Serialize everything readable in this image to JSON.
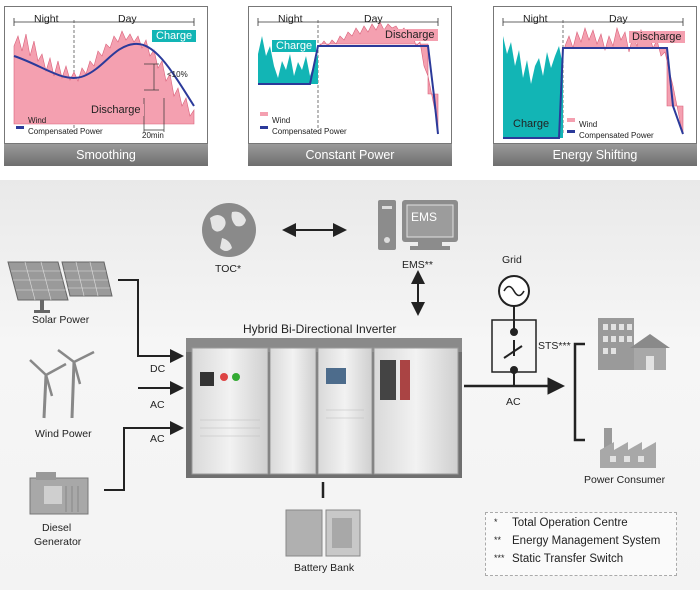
{
  "panels": [
    {
      "caption": "Smoothing",
      "night": "Night",
      "day": "Day",
      "charge": "Charge",
      "discharge": "Discharge",
      "pct": "<10%",
      "time": "20min",
      "legend_wind": "Wind",
      "legend_power": "Compensated Power"
    },
    {
      "caption": "Constant Power",
      "night": "Night",
      "day": "Day",
      "charge": "Charge",
      "discharge": "Discharge",
      "legend_wind": "Wind",
      "legend_power": "Compensated Power"
    },
    {
      "caption": "Energy Shifting",
      "night": "Night",
      "day": "Day",
      "charge": "Charge",
      "discharge": "Discharge",
      "legend_wind": "Wind",
      "legend_power": "Compensated Power"
    }
  ],
  "diagram": {
    "toc": "TOC*",
    "ems": "EMS**",
    "ems_screen": "EMS",
    "grid": "Grid",
    "sts": "STS***",
    "ac_out": "AC",
    "inverter": "Hybrid Bi-Directional Inverter",
    "solar": "Solar Power",
    "wind": "Wind Power",
    "diesel_1": "Diesel",
    "diesel_2": "Generator",
    "dc": "DC",
    "ac1": "AC",
    "ac2": "AC",
    "battery": "Battery Bank",
    "consumer": "Power Consumer"
  },
  "notes": [
    {
      "mark": "*",
      "text": "Total Operation Centre"
    },
    {
      "mark": "**",
      "text": "Energy Management System"
    },
    {
      "mark": "***",
      "text": "Static Transfer Switch"
    }
  ],
  "colors": {
    "wind": "#f4a0b0",
    "power": "#2b3a9a",
    "charge": "#12b5b5",
    "caption": "#7e7e7e"
  }
}
